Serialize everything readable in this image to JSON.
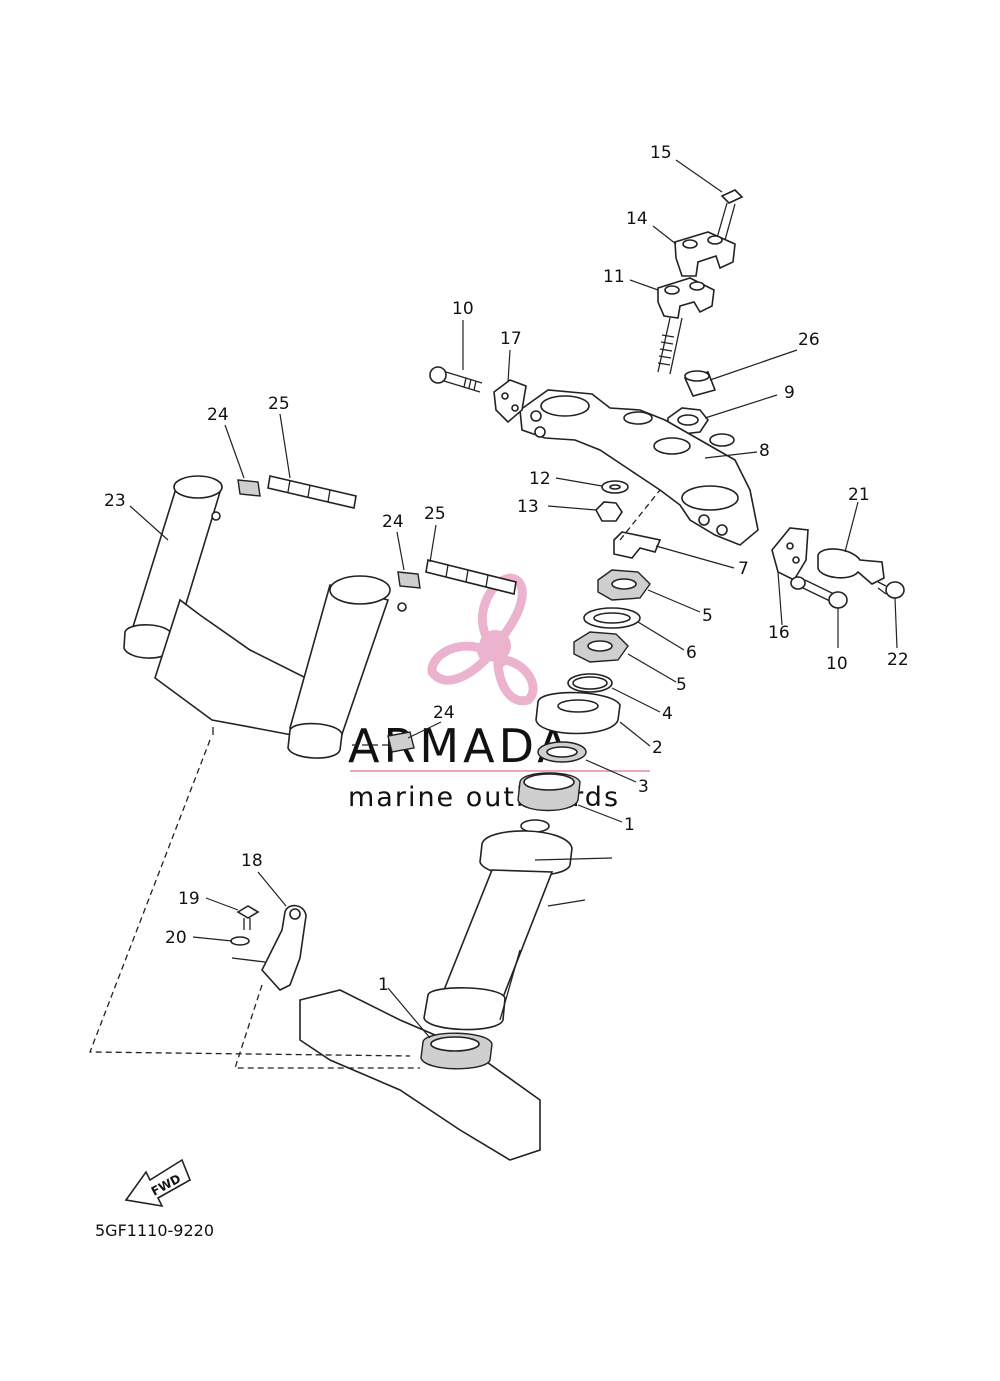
{
  "diagram_code": "5GF1110-9220",
  "fwd_label": "FWD",
  "watermark": {
    "brand": "ARMADA",
    "tagline": "marine outboards",
    "accent": "#e8a6c6"
  },
  "callouts": [
    {
      "id": "c15",
      "text": "15"
    },
    {
      "id": "c14",
      "text": "14"
    },
    {
      "id": "c11",
      "text": "11"
    },
    {
      "id": "c10a",
      "text": "10"
    },
    {
      "id": "c17",
      "text": "17"
    },
    {
      "id": "c26",
      "text": "26"
    },
    {
      "id": "c9",
      "text": "9"
    },
    {
      "id": "c8",
      "text": "8"
    },
    {
      "id": "c12",
      "text": "12"
    },
    {
      "id": "c13",
      "text": "13"
    },
    {
      "id": "c21",
      "text": "21"
    },
    {
      "id": "c7",
      "text": "7"
    },
    {
      "id": "c5a",
      "text": "5"
    },
    {
      "id": "c16",
      "text": "16"
    },
    {
      "id": "c10b",
      "text": "10"
    },
    {
      "id": "c22",
      "text": "22"
    },
    {
      "id": "c6",
      "text": "6"
    },
    {
      "id": "c5b",
      "text": "5"
    },
    {
      "id": "c4",
      "text": "4"
    },
    {
      "id": "c2",
      "text": "2"
    },
    {
      "id": "c3",
      "text": "3"
    },
    {
      "id": "c1a",
      "text": "1"
    },
    {
      "id": "c24a",
      "text": "24"
    },
    {
      "id": "c25a",
      "text": "25"
    },
    {
      "id": "c23",
      "text": "23"
    },
    {
      "id": "c24b",
      "text": "24"
    },
    {
      "id": "c25b",
      "text": "25"
    },
    {
      "id": "c24c",
      "text": "24"
    },
    {
      "id": "c18",
      "text": "18"
    },
    {
      "id": "c19",
      "text": "19"
    },
    {
      "id": "c20",
      "text": "20"
    },
    {
      "id": "c1b",
      "text": "1"
    }
  ]
}
